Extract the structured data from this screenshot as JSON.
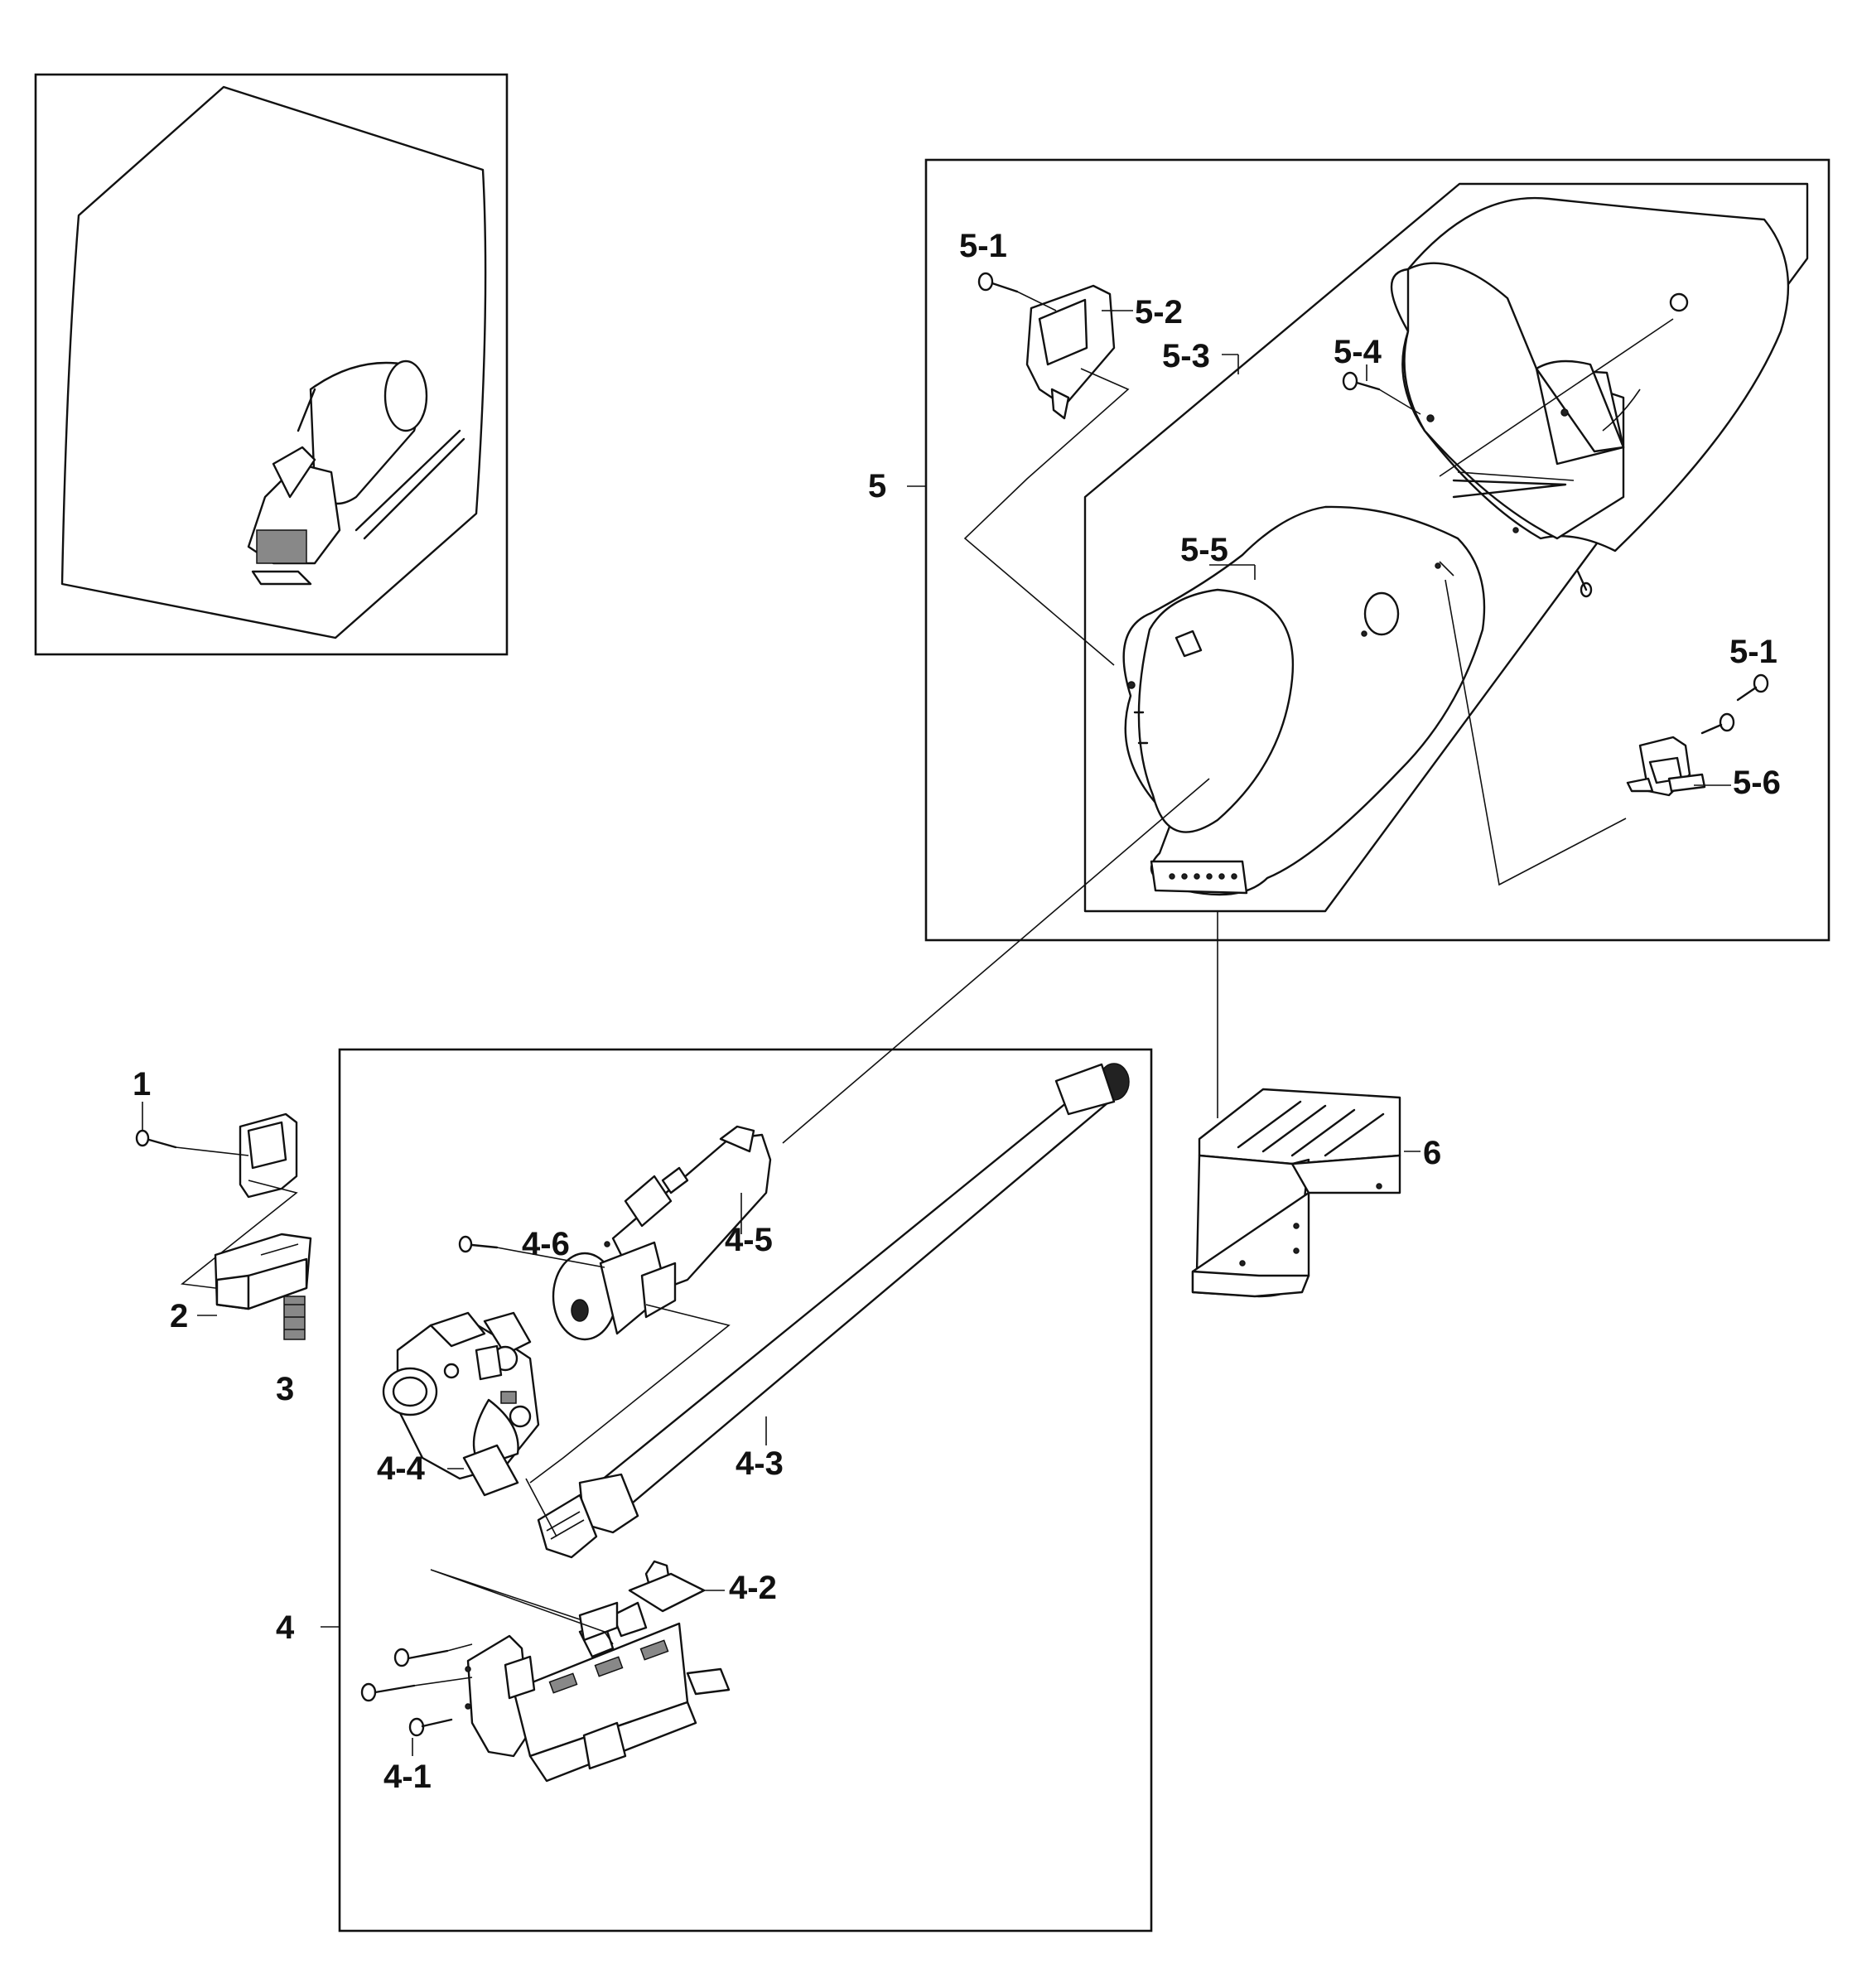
{
  "callouts": {
    "c1": "1",
    "c2": "2",
    "c3": "3",
    "c4": "4",
    "c4_1": "4-1",
    "c4_2": "4-2",
    "c4_3": "4-3",
    "c4_4": "4-4",
    "c4_5": "4-5",
    "c4_6": "4-6",
    "c5": "5",
    "c5_1a": "5-1",
    "c5_1b": "5-1",
    "c5_2": "5-2",
    "c5_3": "5-3",
    "c5_4": "5-4",
    "c5_5": "5-5",
    "c5_6": "5-6",
    "c6": "6"
  }
}
